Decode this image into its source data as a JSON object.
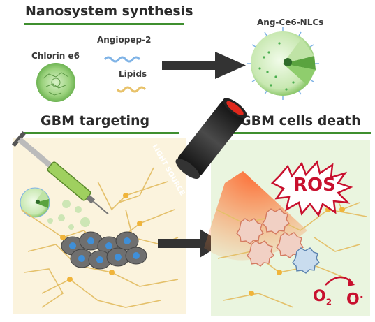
{
  "headings": {
    "synthesis": "Nanosystem synthesis",
    "targeting": "GBM targeting",
    "death": "GBM cells death"
  },
  "labels": {
    "chlorin": "Chlorin e6",
    "angiopep": "Angiopep-2",
    "lipids": "Lipids",
    "product": "Ang-Ce6-NLCs",
    "light": "LIGHT SOURCE",
    "ros": "ROS",
    "o2": "O",
    "o2_sub": "2",
    "o_rad": "O",
    "o_rad_sup": "."
  },
  "colors": {
    "accent_green": "#3f8f2f",
    "ros_red": "#c8102e",
    "arrow": "#333333"
  },
  "icons": [
    "chlorin-particle-icon",
    "peptide-strand-icon",
    "lipid-strand-icon",
    "nanocarrier-icon",
    "syringe-icon",
    "flashlight-icon",
    "ros-burst-icon",
    "neuron-network-icon",
    "tumor-cell-icon",
    "curved-arrow-icon"
  ]
}
